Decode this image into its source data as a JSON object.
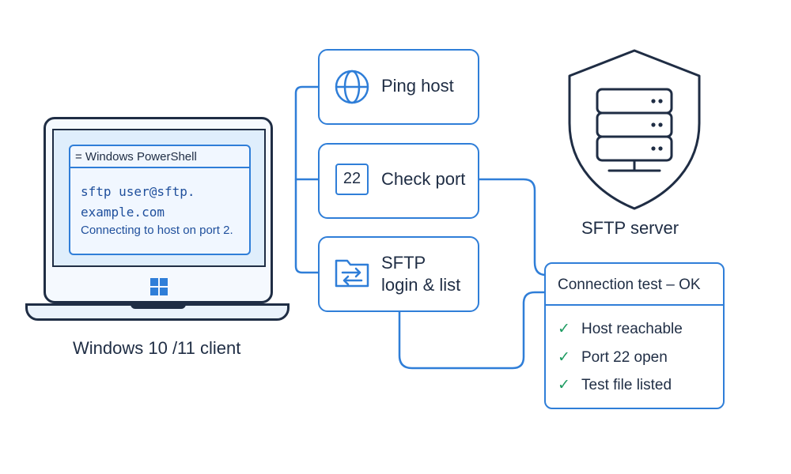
{
  "client": {
    "window_title": "= Windows PowerShell",
    "command_line1": "sftp user@sftp.",
    "command_line2": "example.com",
    "status_text": "Connecting to host on port 2.",
    "label": "Windows 10 /11 client"
  },
  "steps": [
    {
      "label": "Ping host",
      "icon": "globe-icon"
    },
    {
      "label": "Check port",
      "icon": "port-number-icon",
      "icon_text": "22"
    },
    {
      "label": "SFTP\nlogin & list",
      "icon": "folder-transfer-icon"
    }
  ],
  "server": {
    "label": "SFTP server",
    "icon": "shield-server-icon"
  },
  "result": {
    "title": "Connection test – OK",
    "items": [
      "Host reachable",
      "Port 22 open",
      "Test file listed"
    ],
    "check_symbol": "✓"
  },
  "colors": {
    "accent": "#2f7ed8",
    "dark": "#1f2d44",
    "check": "#1d9b61"
  }
}
